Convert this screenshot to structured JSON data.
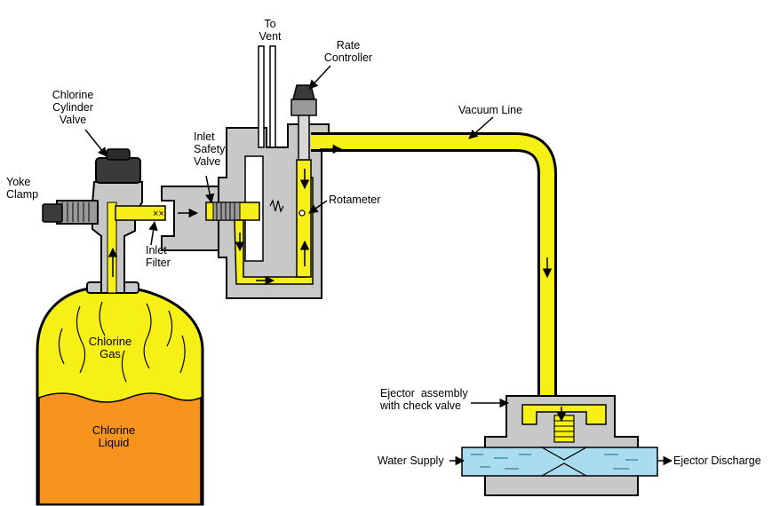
{
  "labels": {
    "to_vent": [
      "To",
      "Vent"
    ],
    "rate_controller": [
      "Rate",
      "Controller"
    ],
    "cylinder_valve": [
      "Chlorine",
      "Cylinder",
      "Valve"
    ],
    "vacuum_line": [
      "Vacuum Line"
    ],
    "inlet_safety_valve": [
      "Inlet",
      "Safety",
      "Valve"
    ],
    "yoke_clamp": [
      "Yoke",
      "Clamp"
    ],
    "rotameter": [
      "Rotameter"
    ],
    "inlet_filter": [
      "Inlet",
      "Filter"
    ],
    "chlorine_gas": [
      "Chlorine",
      "Gas"
    ],
    "chlorine_liquid": [
      "Chlorine",
      "Liquid"
    ],
    "ejector_assembly": [
      "Ejector  assembly",
      "with check valve"
    ],
    "water_supply": [
      "Water Supply"
    ],
    "ejector_discharge": [
      "Ejector Discharge"
    ]
  },
  "colors": {
    "gas": "#f7f017",
    "liquid": "#f7941d",
    "metal": "#c8c8c8",
    "metal_dark": "#3a3a3a",
    "water": "#a9dcef",
    "outline": "#000000"
  }
}
